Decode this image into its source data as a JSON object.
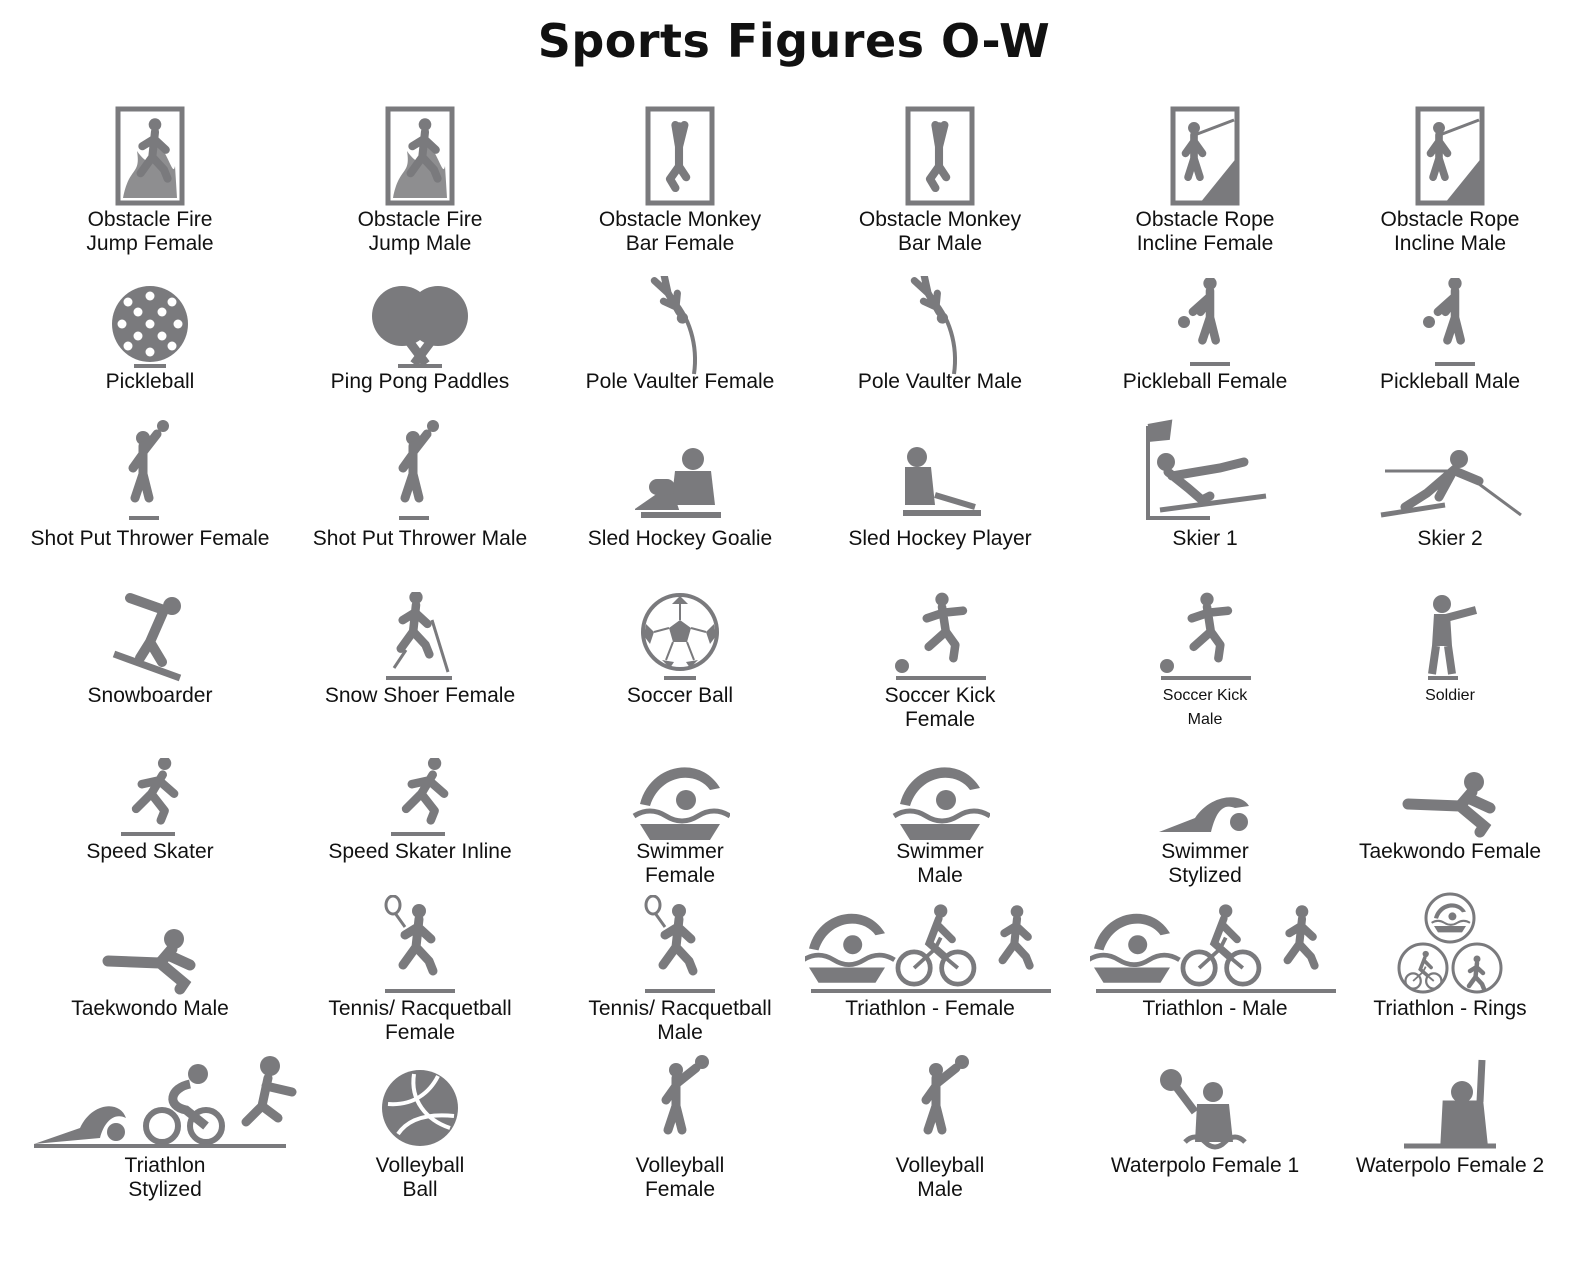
{
  "title": "Sports Figures O-W",
  "colors": {
    "figure": "#7a7a7d",
    "text": "#111111",
    "background": "#ffffff"
  },
  "items": [
    {
      "label": "Obstacle Fire\nJump Female",
      "icon": "obstacle-fire-jump-female-icon"
    },
    {
      "label": "Obstacle Fire\nJump Male",
      "icon": "obstacle-fire-jump-male-icon"
    },
    {
      "label": "Obstacle Monkey\nBar Female",
      "icon": "obstacle-monkey-bar-female-icon"
    },
    {
      "label": "Obstacle Monkey\nBar Male",
      "icon": "obstacle-monkey-bar-male-icon"
    },
    {
      "label": "Obstacle Rope\nIncline Female",
      "icon": "obstacle-rope-incline-female-icon"
    },
    {
      "label": "Obstacle Rope\nIncline Male",
      "icon": "obstacle-rope-incline-male-icon"
    },
    {
      "label": "Pickleball",
      "icon": "pickleball-icon"
    },
    {
      "label": "Ping Pong Paddles",
      "icon": "ping-pong-paddles-icon"
    },
    {
      "label": "Pole Vaulter Female",
      "icon": "pole-vaulter-female-icon"
    },
    {
      "label": "Pole Vaulter Male",
      "icon": "pole-vaulter-male-icon"
    },
    {
      "label": "Pickleball Female",
      "icon": "pickleball-female-icon"
    },
    {
      "label": "Pickleball Male",
      "icon": "pickleball-male-icon"
    },
    {
      "label": "Shot Put Thrower Female",
      "icon": "shot-put-thrower-female-icon"
    },
    {
      "label": "Shot Put Thrower Male",
      "icon": "shot-put-thrower-male-icon"
    },
    {
      "label": "Sled Hockey Goalie",
      "icon": "sled-hockey-goalie-icon"
    },
    {
      "label": "Sled Hockey Player",
      "icon": "sled-hockey-player-icon"
    },
    {
      "label": "Skier 1",
      "icon": "skier-1-icon"
    },
    {
      "label": "Skier 2",
      "icon": "skier-2-icon"
    },
    {
      "label": "Snowboarder",
      "icon": "snowboarder-icon"
    },
    {
      "label": "Snow Shoer Female",
      "icon": "snow-shoer-female-icon"
    },
    {
      "label": "Soccer Ball",
      "icon": "soccer-ball-icon"
    },
    {
      "label": "Soccer Kick\nFemale",
      "icon": "soccer-kick-female-icon"
    },
    {
      "label": "Soccer Kick\nMale",
      "icon": "soccer-kick-male-icon"
    },
    {
      "label": "Soldier",
      "icon": "soldier-icon"
    },
    {
      "label": "Speed Skater",
      "icon": "speed-skater-icon"
    },
    {
      "label": "Speed Skater Inline",
      "icon": "speed-skater-inline-icon"
    },
    {
      "label": "Swimmer\nFemale",
      "icon": "swimmer-female-icon"
    },
    {
      "label": "Swimmer\nMale",
      "icon": "swimmer-male-icon"
    },
    {
      "label": "Swimmer\nStylized",
      "icon": "swimmer-stylized-icon"
    },
    {
      "label": "Taekwondo Female",
      "icon": "taekwondo-female-icon"
    },
    {
      "label": "Taekwondo Male",
      "icon": "taekwondo-male-icon"
    },
    {
      "label": "Tennis/ Racquetball\nFemale",
      "icon": "tennis-racquetball-female-icon"
    },
    {
      "label": "Tennis/ Racquetball\nMale",
      "icon": "tennis-racquetball-male-icon"
    },
    {
      "label": "Triathlon - Female",
      "icon": "triathlon-female-icon"
    },
    {
      "label": "Triathlon - Male",
      "icon": "triathlon-male-icon"
    },
    {
      "label": "Triathlon - Rings",
      "icon": "triathlon-rings-icon"
    },
    {
      "label": "Triathlon\nStylized",
      "icon": "triathlon-stylized-icon"
    },
    {
      "label": "Volleyball\nBall",
      "icon": "volleyball-ball-icon"
    },
    {
      "label": "Volleyball\nFemale",
      "icon": "volleyball-female-icon"
    },
    {
      "label": "Volleyball\nMale",
      "icon": "volleyball-male-icon"
    },
    {
      "label": "Waterpolo Female 1",
      "icon": "waterpolo-female-1-icon"
    },
    {
      "label": "Waterpolo Female 2",
      "icon": "waterpolo-female-2-icon"
    }
  ]
}
